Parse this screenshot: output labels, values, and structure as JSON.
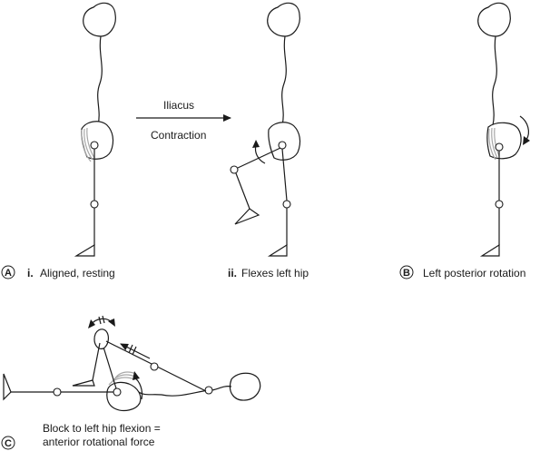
{
  "panels": {
    "A": {
      "letter": "A",
      "caption_i_num": "i.",
      "caption_i_text": "Aligned, resting",
      "caption_ii_num": "ii.",
      "caption_ii_text": "Flexes left hip",
      "arrow_top_label": "Iliacus",
      "arrow_bottom_label": "Contraction"
    },
    "B": {
      "letter": "B",
      "caption": "Left posterior rotation"
    },
    "C": {
      "letter": "C",
      "caption_line1": "Block to left hip flexion =",
      "caption_line2": "anterior rotational force"
    }
  }
}
